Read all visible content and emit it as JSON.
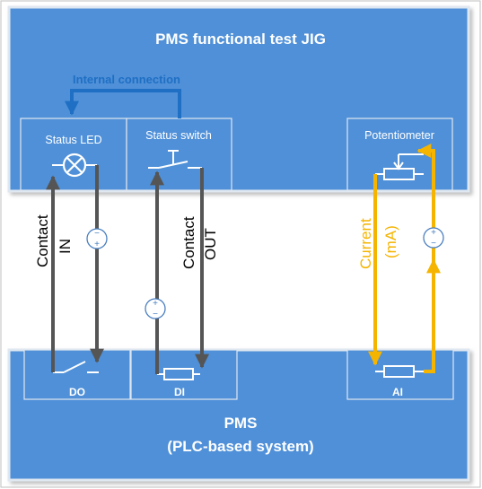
{
  "jig": {
    "title": "PMS functional test JIG",
    "internal_connection": "Internal connection",
    "status_led": "Status LED",
    "status_switch": "Status switch",
    "potentiometer": "Potentiometer"
  },
  "wires": {
    "contact_in": [
      "Contact",
      "IN"
    ],
    "contact_out": [
      "Contact",
      "OUT"
    ],
    "current": [
      "Current",
      "(mA)"
    ]
  },
  "pms": {
    "title": "PMS",
    "subtitle": "(PLC-based system)",
    "do": "DO",
    "di": "DI",
    "ai": "AI"
  },
  "signs": {
    "minus": "−",
    "plus": "+"
  },
  "colors": {
    "box_fill": "#4f90d8",
    "box_border": "#dfe7f0",
    "wire_dark": "#555555",
    "wire_orange": "#f5b400",
    "internal_blue": "#1f6fc4"
  }
}
